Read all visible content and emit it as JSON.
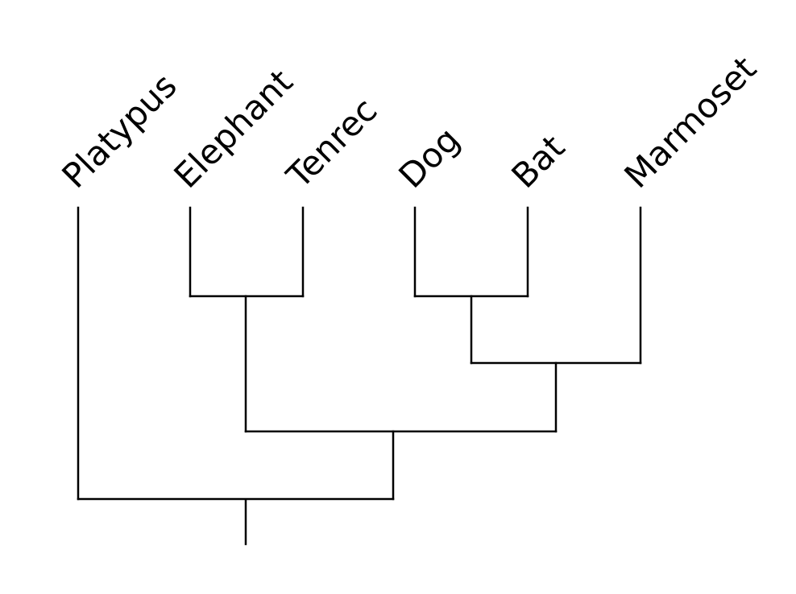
{
  "diagram": {
    "type": "phylogenetic-tree",
    "taxa": [
      {
        "id": "platypus",
        "label": "Platypus"
      },
      {
        "id": "elephant",
        "label": "Elephant"
      },
      {
        "id": "tenrec",
        "label": "Tenrec"
      },
      {
        "id": "dog",
        "label": "Dog"
      },
      {
        "id": "bat",
        "label": "Bat"
      },
      {
        "id": "marmoset",
        "label": "Marmoset"
      }
    ],
    "tree": [
      "platypus",
      [
        [
          "elephant",
          "tenrec"
        ],
        [
          [
            "dog",
            "bat"
          ],
          "marmoset"
        ]
      ]
    ]
  }
}
